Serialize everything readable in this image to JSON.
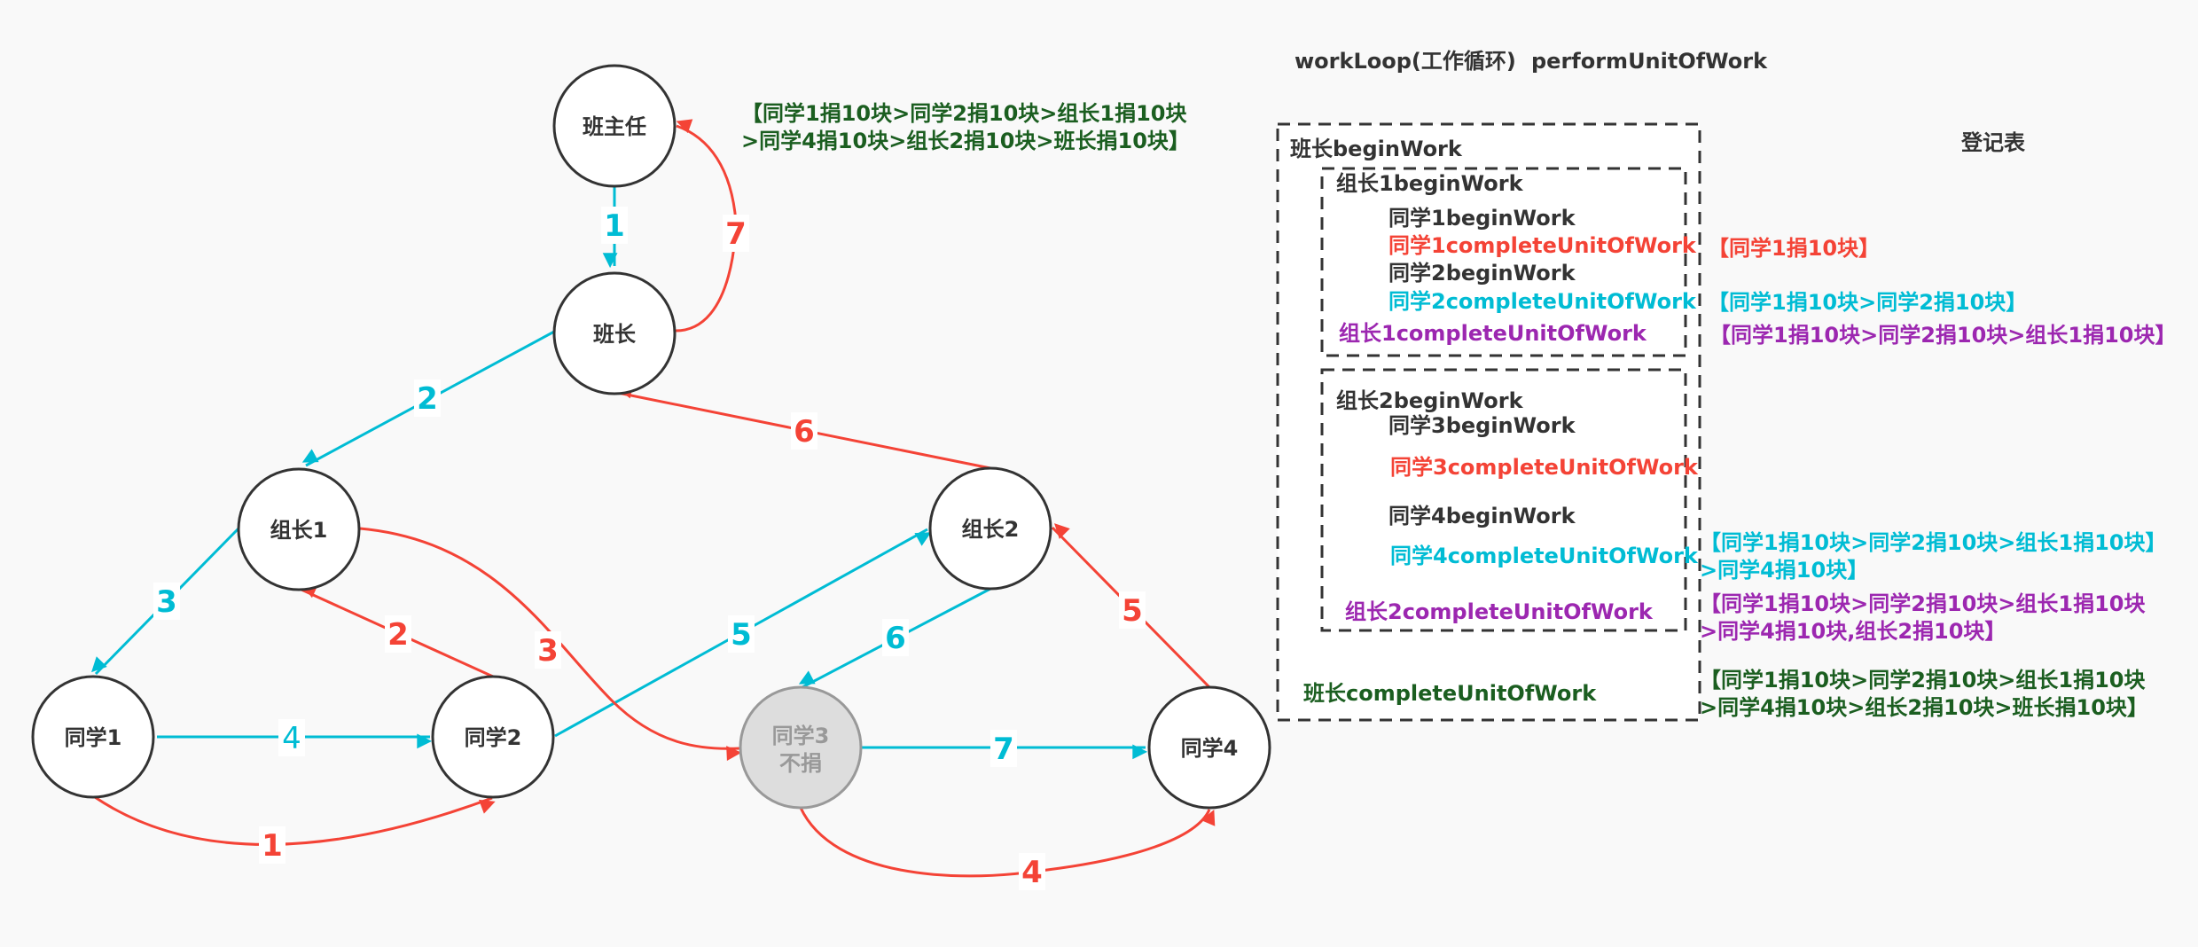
{
  "colors": {
    "cyan": "#00bcd4",
    "red": "#f44336",
    "purple": "#9c27b0",
    "green": "#1b5e20",
    "dark": "#333333",
    "muted_node_fill": "#dddddd",
    "muted_node_stroke": "#999999"
  },
  "header": {
    "work_loop": "workLoop(工作循环)",
    "perform_unit": "performUnitOfWork",
    "register_title": "登记表"
  },
  "top_summary": {
    "line1": "【同学1捐10块>同学2捐10块>组长1捐10块",
    "line2": ">同学4捐10块>组长2捐10块>班长捐10块】"
  },
  "nodes": [
    {
      "id": "head-teacher",
      "label": "班主任",
      "muted": false
    },
    {
      "id": "monitor",
      "label": "班长",
      "muted": false
    },
    {
      "id": "leader1",
      "label": "组长1",
      "muted": false
    },
    {
      "id": "leader2",
      "label": "组长2",
      "muted": false
    },
    {
      "id": "student1",
      "label": "同学1",
      "muted": false
    },
    {
      "id": "student2",
      "label": "同学2",
      "muted": false
    },
    {
      "id": "student3",
      "label": "同学3",
      "label2": "不捐",
      "muted": true
    },
    {
      "id": "student4",
      "label": "同学4",
      "muted": false
    }
  ],
  "edges": [
    {
      "from": "head-teacher",
      "to": "monitor",
      "label": "1",
      "color": "cyan"
    },
    {
      "from": "monitor",
      "to": "leader1",
      "label": "2",
      "color": "cyan"
    },
    {
      "from": "leader1",
      "to": "student1",
      "label": "3",
      "color": "cyan"
    },
    {
      "from": "student1",
      "to": "student2",
      "label": "4",
      "color": "cyan"
    },
    {
      "from": "student2",
      "to": "leader2",
      "label": "5",
      "color": "cyan"
    },
    {
      "from": "leader2",
      "to": "student3",
      "label": "6",
      "color": "cyan"
    },
    {
      "from": "student3",
      "to": "student4",
      "label": "7",
      "color": "cyan"
    },
    {
      "from": "student1",
      "to": "student2",
      "label": "1",
      "color": "red"
    },
    {
      "from": "student2",
      "to": "leader1",
      "label": "2",
      "color": "red"
    },
    {
      "from": "leader1",
      "to": "student3",
      "label": "3",
      "color": "red"
    },
    {
      "from": "student3",
      "to": "student4",
      "label": "4",
      "color": "red"
    },
    {
      "from": "student4",
      "to": "leader2",
      "label": "5",
      "color": "red"
    },
    {
      "from": "leader2",
      "to": "monitor",
      "label": "6",
      "color": "red"
    },
    {
      "from": "monitor",
      "to": "head-teacher",
      "label": "7",
      "color": "red"
    }
  ],
  "trace": {
    "monitor_begin": "班长beginWork",
    "leader1_begin": "组长1beginWork",
    "s1_begin": "同学1beginWork",
    "s1_complete": "同学1completeUnitOfWork",
    "s2_begin": "同学2beginWork",
    "s2_complete": "同学2completeUnitOfWork",
    "leader1_complete": "组长1completeUnitOfWork",
    "leader2_begin": "组长2beginWork",
    "s3_begin": "同学3beginWork",
    "s3_complete": "同学3completeUnitOfWork",
    "s4_begin": "同学4beginWork",
    "s4_complete": "同学4completeUnitOfWork",
    "leader2_complete": "组长2completeUnitOfWork",
    "monitor_complete": "班长completeUnitOfWork"
  },
  "register": {
    "r1": "【同学1捐10块】",
    "r2": "【同学1捐10块>同学2捐10块】",
    "r3": "【同学1捐10块>同学2捐10块>组长1捐10块】",
    "r4_line1": "【同学1捐10块>同学2捐10块>组长1捐10块】",
    "r4_line2": ">同学4捐10块】",
    "r5_line1": "【同学1捐10块>同学2捐10块>组长1捐10块",
    "r5_line2": ">同学4捐10块,组长2捐10块】",
    "r6_line1": "【同学1捐10块>同学2捐10块>组长1捐10块",
    "r6_line2": ">同学4捐10块>组长2捐10块>班长捐10块】"
  }
}
